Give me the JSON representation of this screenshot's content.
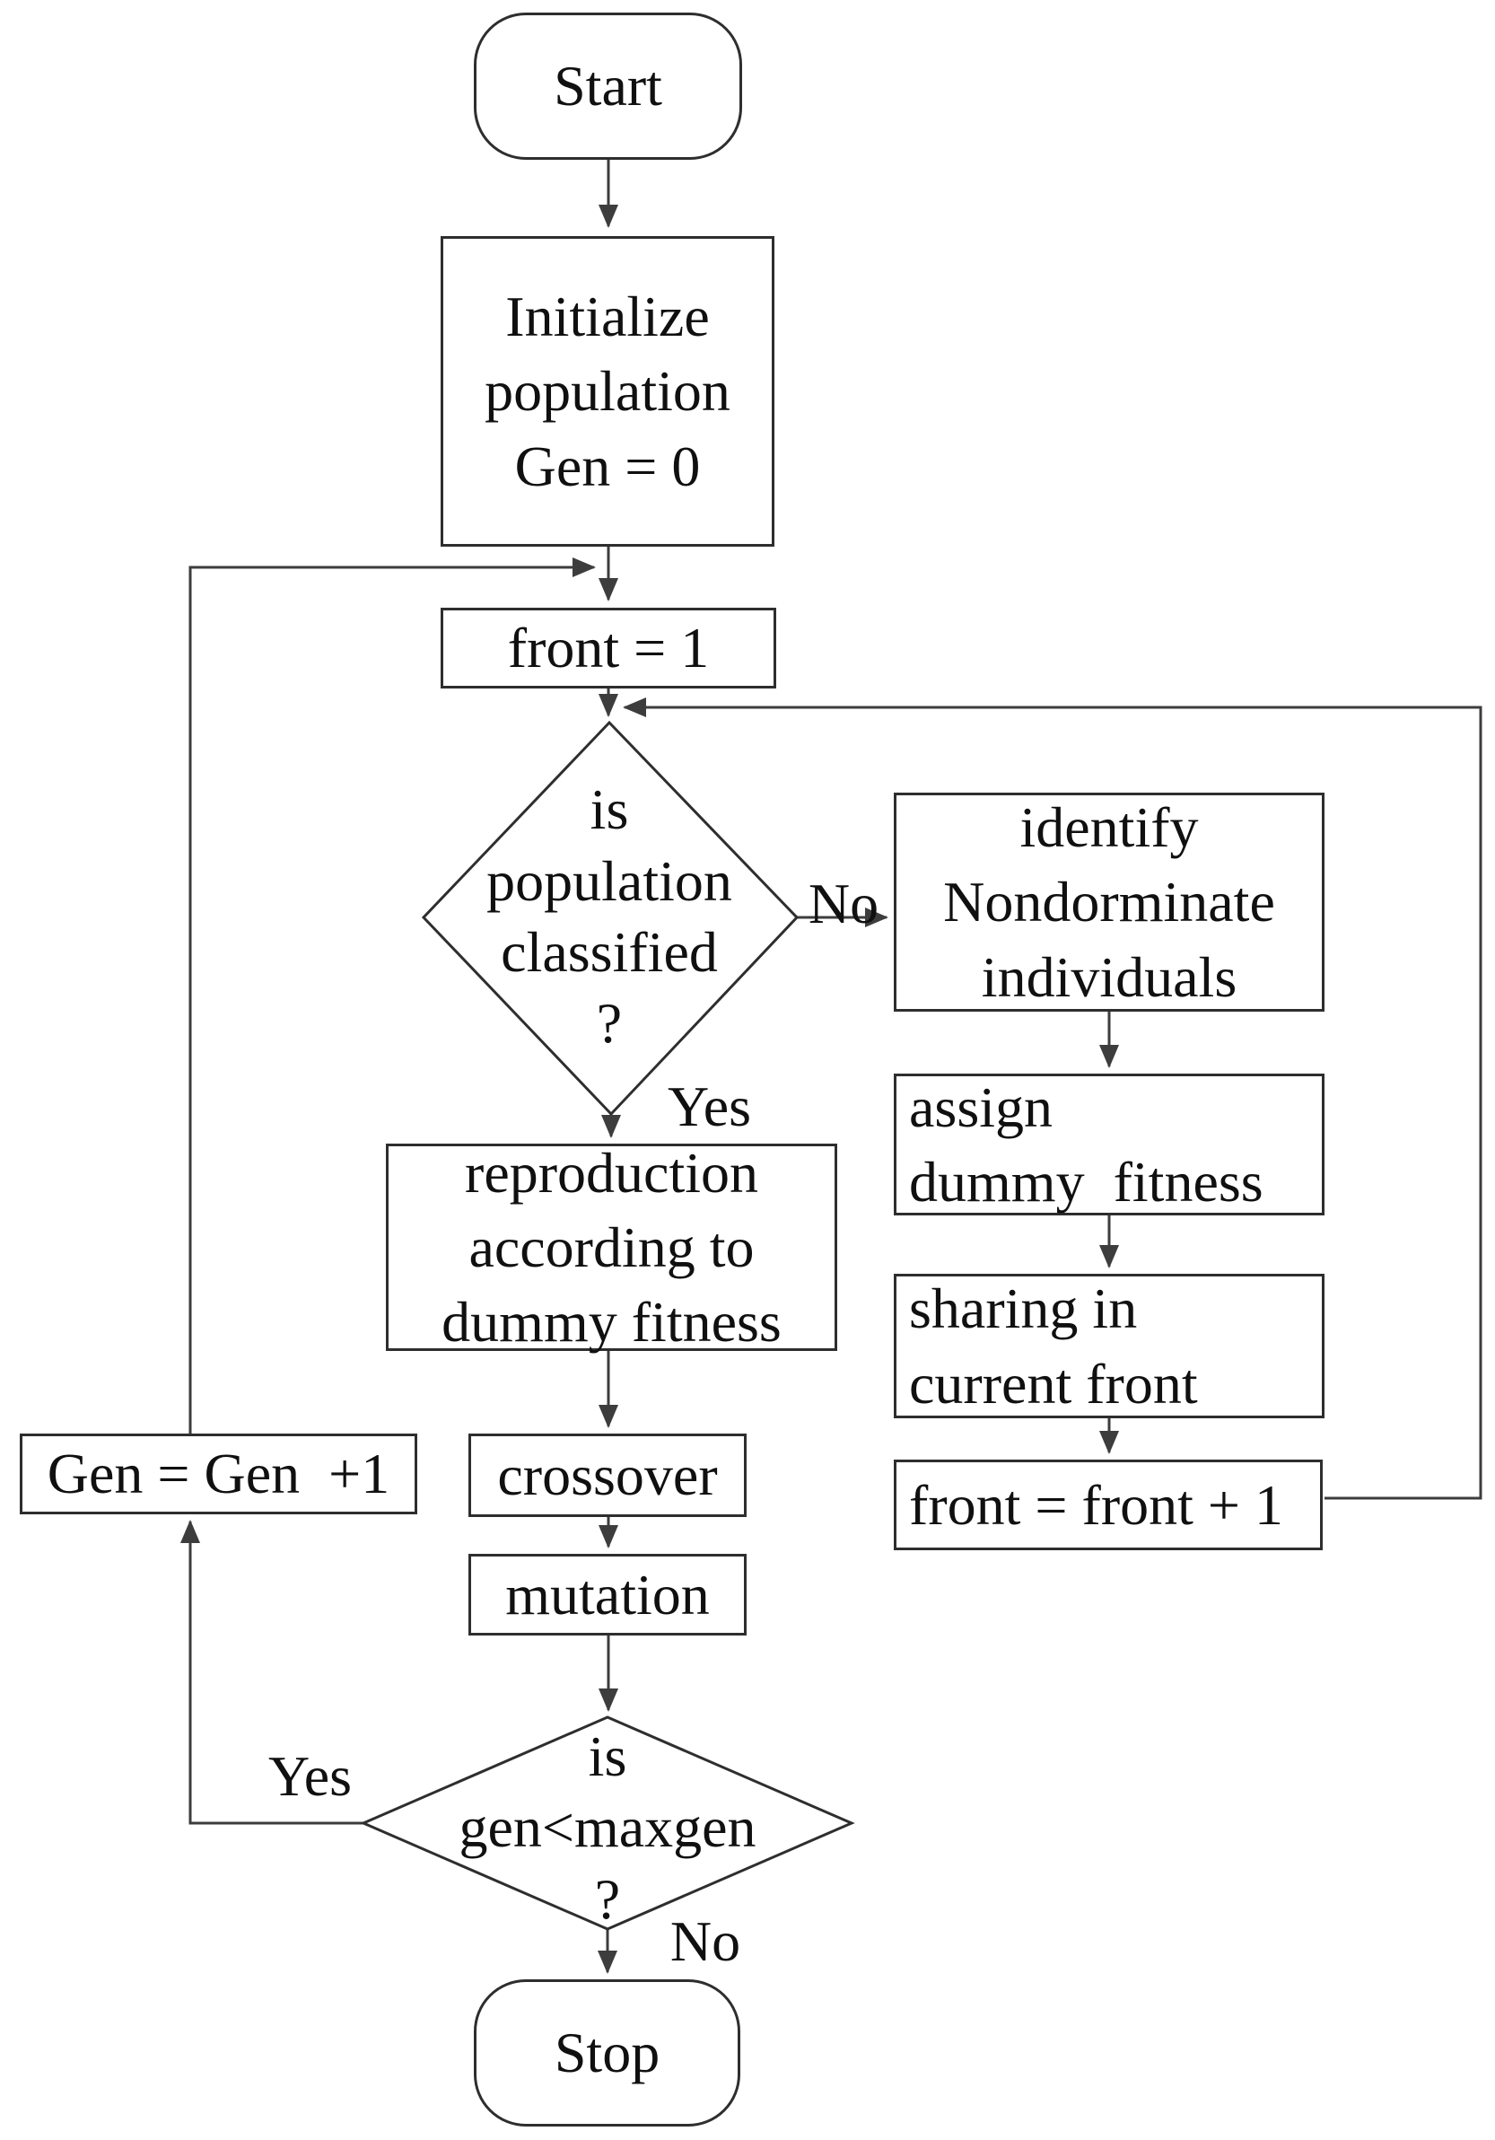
{
  "nodes": {
    "start": {
      "label": "Start",
      "type": "terminator"
    },
    "initialize": {
      "label": "Initialize\npopulation\nGen = 0",
      "type": "process"
    },
    "front_init": {
      "label": "front = 1",
      "type": "process"
    },
    "population_classified": {
      "label": "is\npopulation\nclassified\n?",
      "type": "decision"
    },
    "identify_nondominate": {
      "label": "identify\nNondorminate\nindividuals",
      "type": "process"
    },
    "assign_dummy_fitness": {
      "label": "assign\ndummy  fitness",
      "type": "process"
    },
    "sharing_current_front": {
      "label": "sharing in\ncurrent front",
      "type": "process"
    },
    "front_increment": {
      "label": "front = front + 1",
      "type": "process"
    },
    "reproduction": {
      "label": "reproduction\naccording to\ndummy fitness",
      "type": "process"
    },
    "crossover": {
      "label": "crossover",
      "type": "process"
    },
    "mutation": {
      "label": "mutation",
      "type": "process"
    },
    "gen_check": {
      "label": "is\ngen<maxgen\n?",
      "type": "decision"
    },
    "gen_increment": {
      "label": "Gen = Gen  +1",
      "type": "process"
    },
    "stop": {
      "label": "Stop",
      "type": "terminator"
    }
  },
  "edge_labels": {
    "population_no": "No",
    "population_yes": "Yes",
    "gen_yes": "Yes",
    "gen_no": "No"
  },
  "colors": {
    "background": "#ffffff",
    "line": "#3d3d3d",
    "box_border": "#2e2e2e",
    "text": "#101010"
  }
}
